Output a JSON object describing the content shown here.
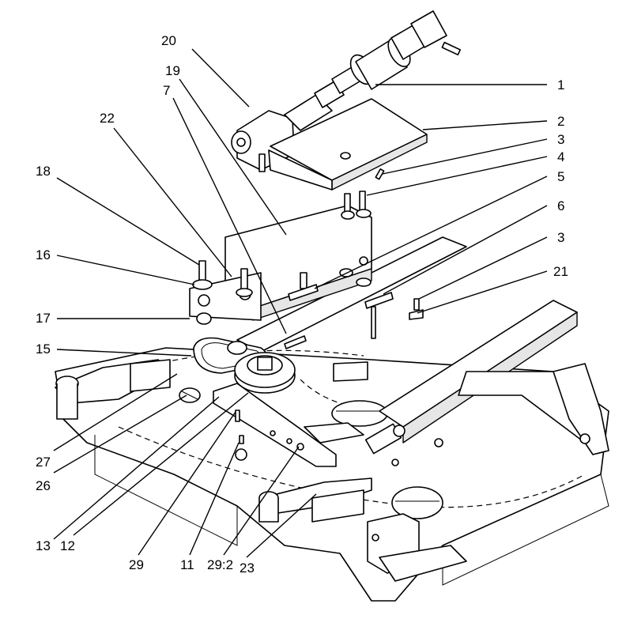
{
  "diagram": {
    "callouts": [
      {
        "id": "c20",
        "label": "20"
      },
      {
        "id": "c19",
        "label": "19"
      },
      {
        "id": "c7",
        "label": "7"
      },
      {
        "id": "c22",
        "label": "22"
      },
      {
        "id": "c18",
        "label": "18"
      },
      {
        "id": "c16",
        "label": "16"
      },
      {
        "id": "c17",
        "label": "17"
      },
      {
        "id": "c15",
        "label": "15"
      },
      {
        "id": "c27",
        "label": "27"
      },
      {
        "id": "c26",
        "label": "26"
      },
      {
        "id": "c13",
        "label": "13"
      },
      {
        "id": "c12",
        "label": "12"
      },
      {
        "id": "c29",
        "label": "29"
      },
      {
        "id": "c11",
        "label": "11"
      },
      {
        "id": "c29-2",
        "label": "29:2"
      },
      {
        "id": "c23",
        "label": "23"
      },
      {
        "id": "c1",
        "label": "1"
      },
      {
        "id": "c2",
        "label": "2"
      },
      {
        "id": "c3a",
        "label": "3"
      },
      {
        "id": "c4",
        "label": "4"
      },
      {
        "id": "c5",
        "label": "5"
      },
      {
        "id": "c6",
        "label": "6"
      },
      {
        "id": "c3b",
        "label": "3"
      },
      {
        "id": "c21",
        "label": "21"
      }
    ]
  }
}
